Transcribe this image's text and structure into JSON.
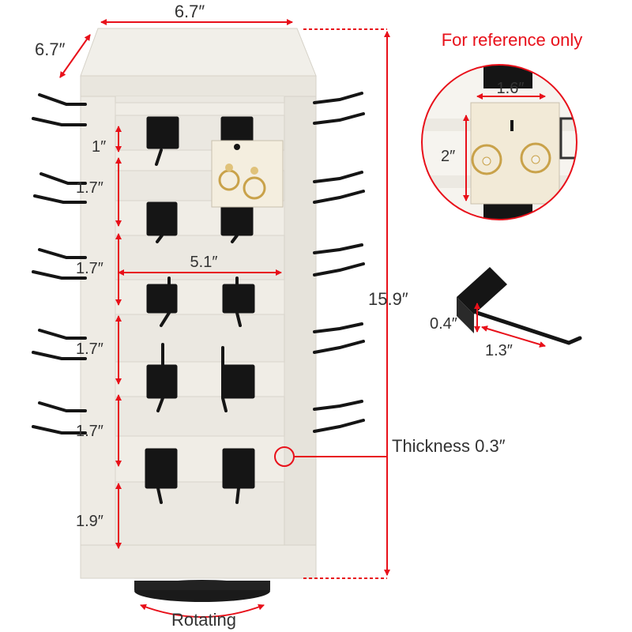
{
  "dimensions": {
    "top_width": "6.7″",
    "top_depth": "6.7″",
    "gap_1": "1″",
    "gap_2": "1.7″",
    "gap_3": "1.7″",
    "gap_4": "1.7″",
    "gap_5": "1.7″",
    "gap_6": "1.9″",
    "inner_width": "5.1″",
    "total_height": "15.9″",
    "thickness": "Thickness 0.3″"
  },
  "inset": {
    "caption": "For reference only",
    "card_width": "1.6″",
    "card_height": "2″"
  },
  "hook": {
    "bracket_height": "0.4″",
    "arm_length": "1.3″"
  },
  "base": {
    "rotating_label": "Rotating"
  },
  "colors": {
    "dimension_red": "#e8101a",
    "wood": "#ece9e2",
    "wood_dark": "#d9d5cc",
    "hook_black": "#151515",
    "label_text": "#333333"
  },
  "icons": [
    "earring-card-icon",
    "hook-icon",
    "rotation-arrow-icon"
  ]
}
